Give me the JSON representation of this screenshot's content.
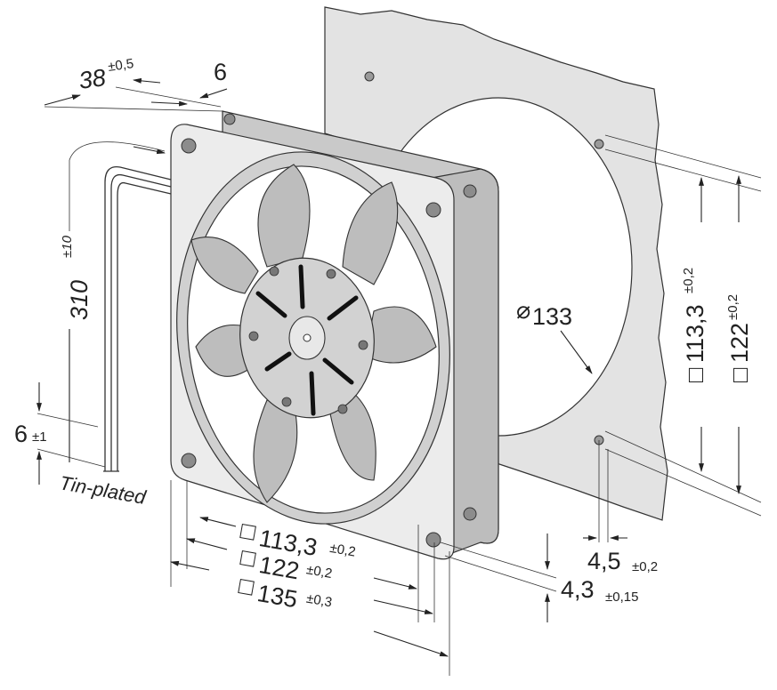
{
  "dimensions": {
    "depth": {
      "value": "38",
      "tolerance": "±0,5"
    },
    "flange": {
      "value": "6"
    },
    "cable_length": {
      "value": "310",
      "tolerance": "±10"
    },
    "stripped_length": {
      "value": "6",
      "tolerance": "±1"
    },
    "wire_note": "Tin-plated",
    "cutout_diameter": {
      "symbol": "⌀",
      "value": "133"
    },
    "hole_spacing_right": {
      "symbol": "□",
      "value": "113,3",
      "tolerance": "±0,2"
    },
    "outer_right": {
      "symbol": "□",
      "value": "122",
      "tolerance": "±0,2"
    },
    "hole_spacing_bottom": {
      "symbol": "□",
      "value": "113,3",
      "tolerance": "±0,2"
    },
    "outer_bottom": {
      "symbol": "□",
      "value": "122",
      "tolerance": "±0,2"
    },
    "housing": {
      "symbol": "□",
      "value": "135",
      "tolerance": "±0,3"
    },
    "hole_diameter_plate": {
      "value": "4,5",
      "tolerance": "±0,2"
    },
    "hole_diameter_fan": {
      "value": "4,3",
      "tolerance": "±0,15"
    }
  },
  "colors": {
    "panel": "#e3e3e3",
    "fan_face": "#ececec",
    "fan_side": "#c9c9c9",
    "blade": "#bdbdbd",
    "hub": "#d2d2d2",
    "line": "#222222"
  }
}
